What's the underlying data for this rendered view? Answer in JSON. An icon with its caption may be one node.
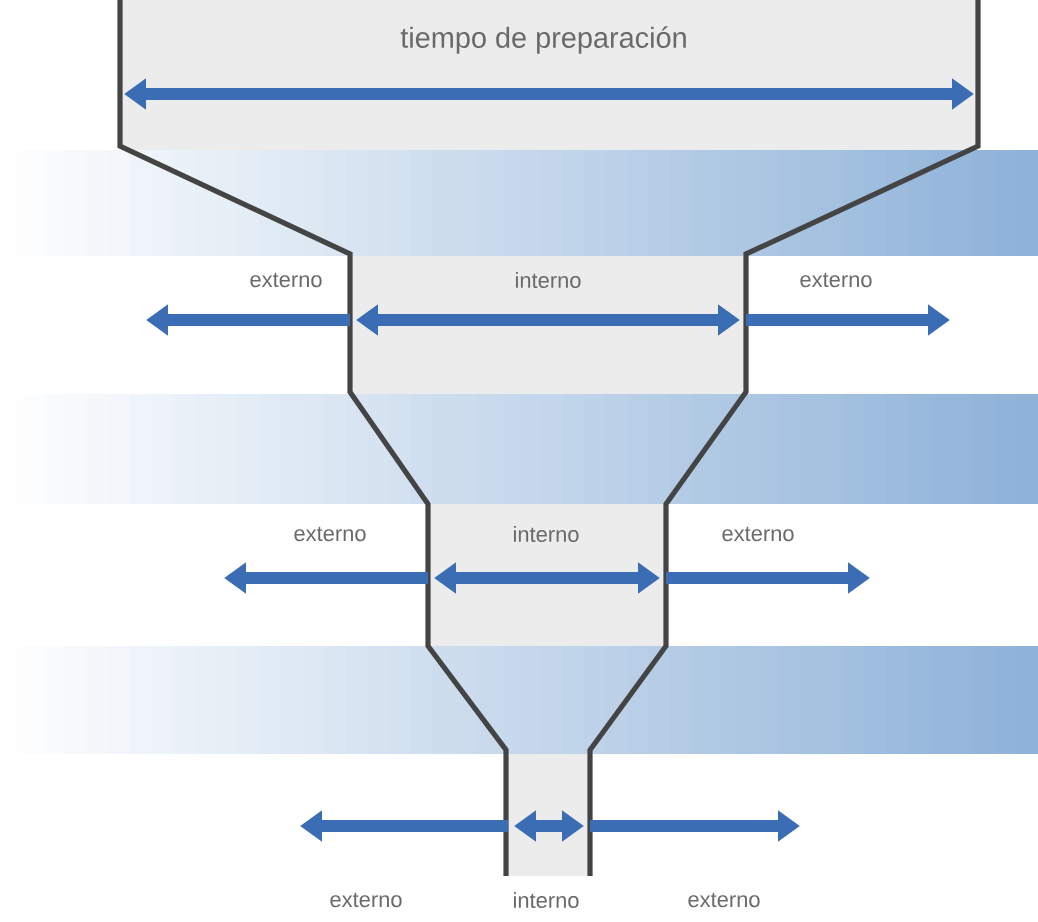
{
  "diagram": {
    "labels": [
      "tiempo de preparación",
      "externo",
      "interno",
      "externo",
      "externo",
      "interno",
      "externo",
      "externo",
      "interno",
      "externo"
    ]
  }
}
